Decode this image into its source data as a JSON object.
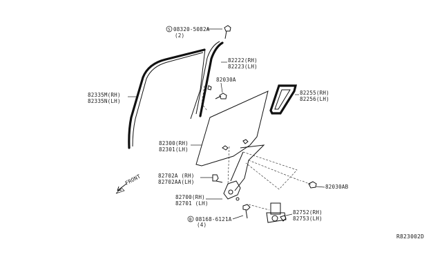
{
  "labels": {
    "bolt_top": "08320-5082A",
    "bolt_top_qty": "(2)",
    "rear_channel_rh": "82222(RH)",
    "rear_channel_lh": "82223(LH)",
    "screw_a": "82030A",
    "weatherstrip_rh": "82335M(RH)",
    "weatherstrip_lh": "82335N(LH)",
    "partition_glass_rh": "82255(RH)",
    "partition_glass_lh": "82256(LH)",
    "door_glass_rh": "82300(RH)",
    "door_glass_lh": "82301(LH)",
    "bolt_regulator_rh": "82702A (RH)",
    "bolt_regulator_lh": "82702AA(LH)",
    "screw_ab": "82030AB",
    "regulator_rh": "82700(RH)",
    "regulator_lh": "82701 (LH)",
    "motor_rh": "82752(RH)",
    "motor_lh": "82753(LH)",
    "bolt_bottom": "08168-6121A",
    "bolt_bottom_qty": "(4)",
    "front_arrow": "FRONT",
    "diagram_code": "R823002D"
  },
  "icons": {
    "front_arrow": "arrow-down-left-icon",
    "bolt_symbol_s": "circled-s-icon",
    "bolt_symbol_b": "circled-b-icon"
  }
}
